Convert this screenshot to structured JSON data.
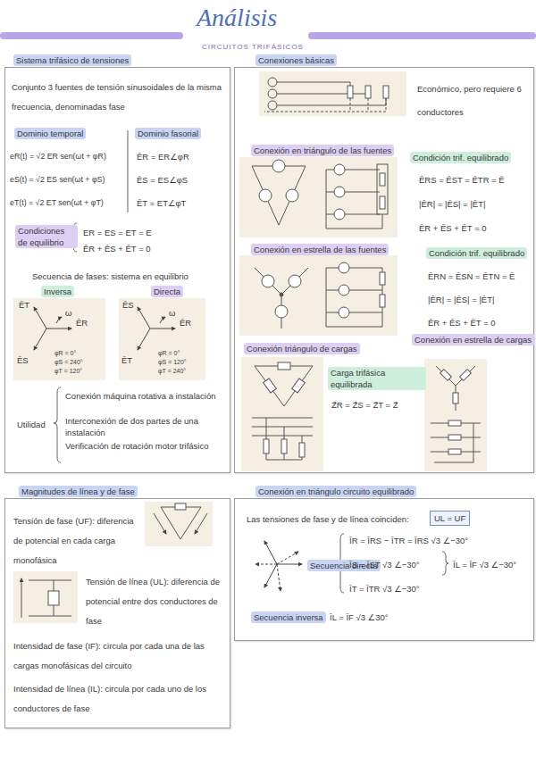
{
  "diagram": {
    "title": "Análisis",
    "nodes": [
      {
        "text": [
          "Sistema trifásico de tensiones",
          "Conjunto 3 fuentes de tensión sinusoidales de la misma frecuencia, denominadas fase",
          "Dominio temporal",
          "Dominio fasorial",
          "eR(t) = √2 ER sen(ωt + φR)",
          "eS(t) = √2 ES sen(ωt + φS)",
          "eT(t) = √2 ET sen(ωt + φT)",
          "ĒR = ER∠φR",
          "ĒS = ES∠φS",
          "ĒT = ET∠φT",
          "Condiciones de equilibrio",
          "ER = ES = ET = E",
          "ĒR + ĒS + ĒT = 0",
          "Secuencia de fases: sistema en equilibrio",
          "Inversa",
          "Directa",
          "Utilidad",
          "Conexión máquina rotativa a instalación",
          "Interconexión de dos partes de una instalación",
          "Verificación de rotación motor trifásico"
        ]
      },
      {
        "text": [
          "ĒT",
          "ĒR",
          "ĒS",
          "ω",
          "φR = 0°",
          "φS = 240°",
          "φT = 120°"
        ],
        "in": 0
      },
      {
        "text": [
          "ĒS",
          "ĒR",
          "ĒT",
          "ω",
          "φR = 0°",
          "φS = 120°",
          "φT = 240°"
        ],
        "in": 0
      },
      {
        "text": [
          "Conexiones básicas",
          "Económico, pero requiere 6 conductores",
          "Conexión en triángulo de las fuentes",
          "Condición trif. equilibrado",
          "ĒRS = ĒST = ĒTR = Ē",
          "|ĒR| = |ĒS| = |ĒT|",
          "ĒR + ĒS + ĒT = 0",
          "Conexión en estrella de las fuentes",
          "Condición trif. equilibrado",
          "ĒRN = ĒSN = ĒTN = Ē",
          "|ĒR| = |ĒS| = |ĒT|",
          "ĒR + ĒS + ĒT = 0",
          "Conexión triángulo de cargas",
          "Carga trifásica equilibrada",
          "Z̄R = Z̄S = Z̄T = Z̄",
          "Conexión en estrella de cargas"
        ]
      },
      {
        "text": [
          "Magnitudes de línea y de fase",
          "Tensión de fase (UF): diferencia de potencial en cada carga monofásica",
          "Tensión de línea (UL): diferencia de potencial entre dos conductores de fase",
          "Intensidad de fase (IF): circula por cada una de las cargas monofásicas del circuito",
          "Intensidad de línea (IL): circula por cada uno de los conductores de fase"
        ]
      },
      {
        "text": [
          "Conexión en triángulo circuito equilibrado",
          "Las tensiones de fase y de línea coinciden:",
          "UL = UF",
          "Secuencia directa",
          "ĪR = ĪRS − ĪTR = ĪRS √3 ∠−30°",
          "ĪS = ĪST √3 ∠−30°",
          "ĪT = ĪTR √3 ∠−30°",
          "ĪL = ĪF √3 ∠−30°",
          "Secuencia inversa",
          "ĪL = ĪF √3 ∠30°"
        ]
      }
    ],
    "labels": [
      "CIRCUITOS TRIFÁSICOS"
    ]
  }
}
